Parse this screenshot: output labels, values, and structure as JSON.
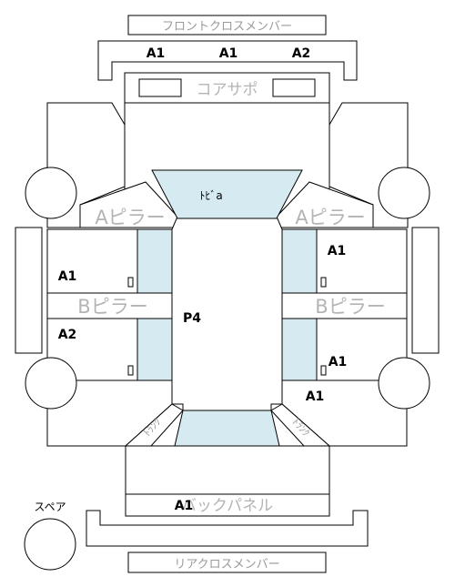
{
  "labels": {
    "front_cross_member": "フロントクロスメンバー",
    "core_support": "コアサポ",
    "a_pillar_left": "Aピラー",
    "a_pillar_right": "Aピラー",
    "b_pillar_left": "Bピラー",
    "b_pillar_right": "Bピラー",
    "roof_front": "ﾄﾋﾞa",
    "trunk_left": "ﾄﾗﾝｸ",
    "trunk_right": "ﾄﾗﾝｸ",
    "back_panel": "バックパネル",
    "rear_cross_member": "リアクロスメンバー",
    "spare": "スペア"
  },
  "grades": {
    "front_member_left": "A1",
    "front_member_center": "A1",
    "front_member_right": "A2",
    "right_front_door": "A1",
    "left_front_door": "A1",
    "roof": "P4",
    "left_rear_door": "A2",
    "right_rear_door": "A1",
    "right_quarter": "A1",
    "back_panel": "A1"
  }
}
